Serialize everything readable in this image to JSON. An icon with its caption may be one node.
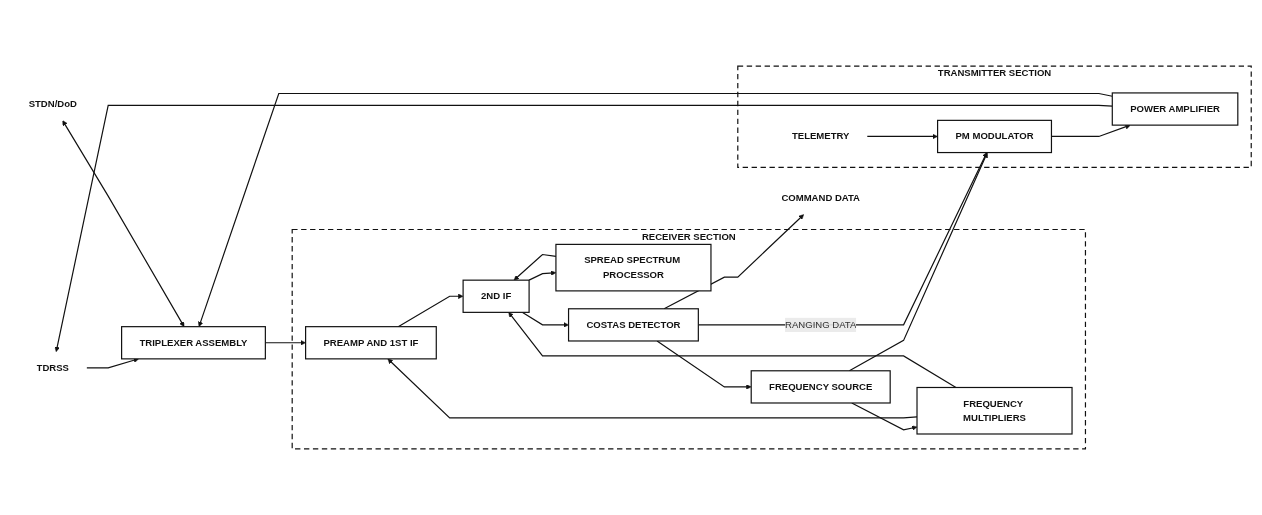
{
  "diagram": {
    "nodes": [
      {
        "text": [
          "TDRSS"
        ]
      },
      {
        "text": [
          "STDN/DoD"
        ]
      },
      {
        "text": [
          "TRIPLEXER ASSEMBLY"
        ]
      },
      {
        "text": [
          "RECEIVER SECTION"
        ]
      },
      {
        "text": [
          "PREAMP AND 1ST IF"
        ],
        "in": 3
      },
      {
        "text": [
          "2ND IF"
        ],
        "in": 3
      },
      {
        "text": [
          "SPREAD SPECTRUM PROCESSOR"
        ],
        "in": 3
      },
      {
        "text": [
          "FREQUENCY MULTIPLIERS"
        ],
        "in": 3
      },
      {
        "text": [
          "FREQUENCY SOURCE"
        ],
        "in": 3
      },
      {
        "text": [
          "COSTAS DETECTOR"
        ],
        "in": 3
      },
      {
        "text": [
          "TRANSMITTER SECTION"
        ]
      },
      {
        "text": [
          "POWER AMPLIFIER"
        ],
        "in": 10
      },
      {
        "text": [
          "PM MODULATOR"
        ],
        "in": 10
      },
      {
        "text": [
          "TELEMETRY"
        ],
        "in": 10
      },
      {
        "text": [
          "COMMAND DATA"
        ]
      }
    ],
    "edges": [
      {
        "from": 11,
        "to": 0,
        "arrow": "to"
      },
      {
        "from": 0,
        "to": 2,
        "arrow": "to"
      },
      {
        "from": 1,
        "to": 2,
        "arrow": "both"
      },
      {
        "from": 2,
        "to": 4,
        "arrow": "to"
      },
      {
        "from": 4,
        "to": 5,
        "arrow": "to"
      },
      {
        "from": 5,
        "to": 6,
        "arrow": "to"
      },
      {
        "from": 6,
        "to": 5,
        "arrow": "to"
      },
      {
        "from": 7,
        "to": 4,
        "arrow": "to"
      },
      {
        "from": 7,
        "to": 5,
        "arrow": "to"
      },
      {
        "from": 8,
        "to": 7,
        "arrow": "to"
      },
      {
        "from": 5,
        "to": 9,
        "arrow": "to"
      },
      {
        "from": 9,
        "to": 8,
        "arrow": "to"
      },
      {
        "from": 8,
        "to": 12,
        "arrow": "to"
      },
      {
        "from": 12,
        "to": 11,
        "arrow": "to"
      },
      {
        "from": 11,
        "to": 2,
        "arrow": "to"
      },
      {
        "from": 9,
        "to": 14,
        "arrow": "to"
      },
      {
        "from": 9,
        "to": 12,
        "arrow": "to",
        "label": "RANGING DATA"
      },
      {
        "from": 13,
        "to": 12,
        "arrow": "to"
      }
    ]
  }
}
